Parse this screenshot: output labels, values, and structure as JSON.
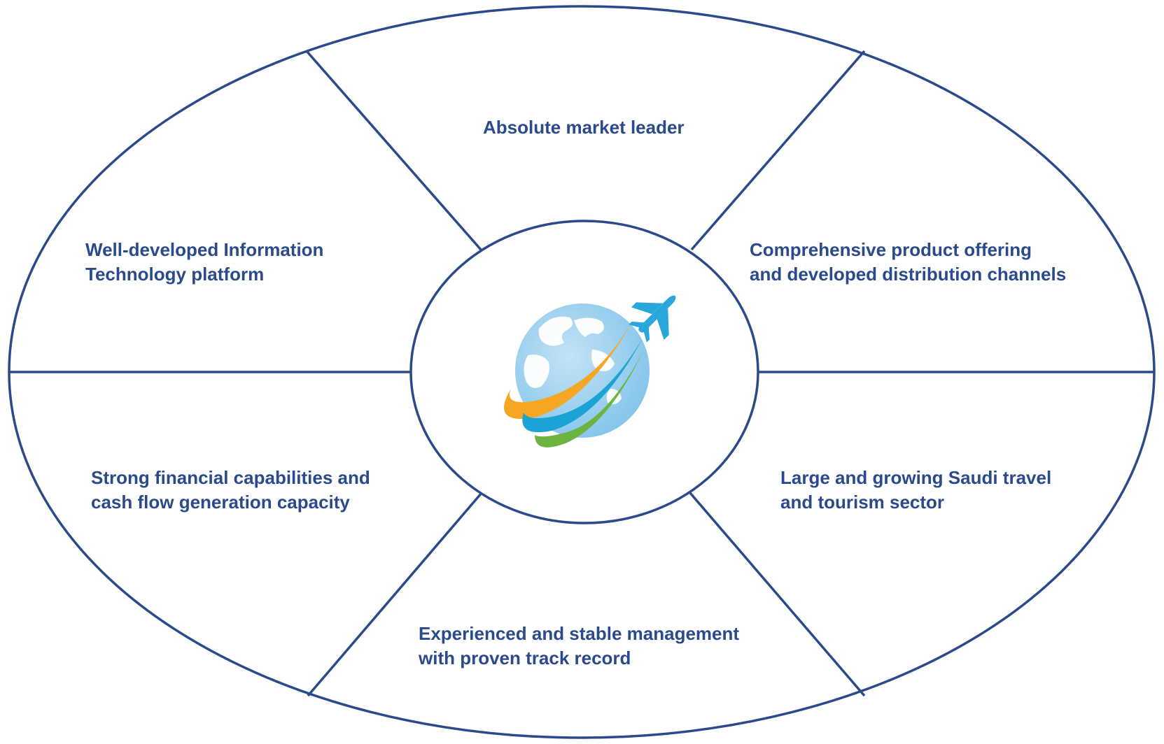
{
  "colors": {
    "outline": "#2b4a8b",
    "text": "#2b4a8b",
    "globe_light": "#a7d4ef",
    "globe_mid": "#6cb7e3",
    "land": "#ffffff",
    "swoosh_orange": "#f5a623",
    "swoosh_blue": "#1ba3d6",
    "swoosh_green": "#6db33f",
    "plane": "#29a6dc"
  },
  "center": {
    "icon": "globe-airplane-icon"
  },
  "segments": {
    "top": {
      "lines": [
        "Absolute market leader"
      ]
    },
    "upper_left": {
      "lines": [
        "Well-developed Information",
        "Technology platform"
      ]
    },
    "upper_right": {
      "lines": [
        "Comprehensive product offering",
        "and developed distribution channels"
      ]
    },
    "lower_left": {
      "lines": [
        "Strong financial capabilities and",
        "cash flow generation capacity"
      ]
    },
    "lower_right": {
      "lines": [
        "Large and growing Saudi travel",
        "and tourism sector"
      ]
    },
    "bottom": {
      "lines": [
        "Experienced and stable management",
        "with proven track record"
      ]
    }
  }
}
